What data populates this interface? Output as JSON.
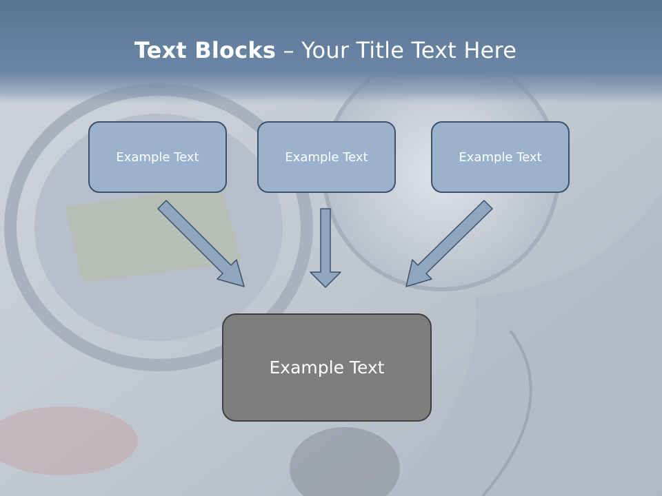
{
  "title": {
    "bold": "Text Blocks",
    "dash": " – ",
    "rest": "Your Title Text Here"
  },
  "blocks": [
    {
      "label": "Example Text"
    },
    {
      "label": "Example Text"
    },
    {
      "label": "Example Text"
    }
  ],
  "target": {
    "label": "Example Text"
  },
  "colors": {
    "box_fill": "#9ab2cb",
    "box_border": "#3d5068",
    "main_fill": "#7e7e7e",
    "arrow_fill": "#8ea6c0",
    "title_band": "#6b87a6"
  }
}
